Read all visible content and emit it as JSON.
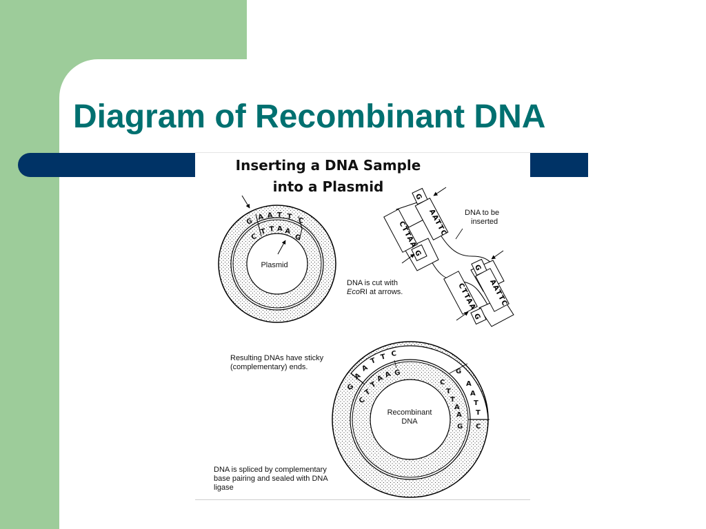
{
  "slide": {
    "title": "Diagram of Recombinant DNA"
  },
  "figure": {
    "heading_line1": "Inserting a DNA Sample",
    "heading_line2": "into a Plasmid",
    "plasmid_label": "Plasmid",
    "plasmid_outer_bases": [
      "G",
      "A",
      "A",
      "T",
      "T",
      "C"
    ],
    "plasmid_inner_bases": [
      "C",
      "T",
      "T",
      "A",
      "A",
      "G"
    ],
    "insert_label_line1": "DNA to be",
    "insert_label_line2": "inserted",
    "cut_label_line1": "DNA is cut with",
    "cut_label_line2_italic": "Eco",
    "cut_label_line2_rest": "RI at arrows.",
    "fragment_top_single": "G",
    "fragment_top_sticky": "AATTC",
    "fragment_left_sticky": "CTTAA",
    "fragment_left_single": "G",
    "fragment_right_single": "G",
    "fragment_right_sticky": "AATTC",
    "fragment_bottom_sticky": "CTTAA",
    "fragment_bottom_single": "G",
    "sticky_label_line1": "Resulting DNAs have sticky",
    "sticky_label_line2": "(complementary) ends.",
    "recombinant_label_line1": "Recombinant",
    "recombinant_label_line2": "DNA",
    "splice_label_line1": "DNA is spliced by complementary",
    "splice_label_line2": "base pairing and sealed with DNA",
    "splice_label_line3": "ligase",
    "recombinant_left_outer": [
      "G",
      "A",
      "A",
      "T",
      "T",
      "C"
    ],
    "recombinant_left_inner": [
      "C",
      "T",
      "T",
      "A",
      "A",
      "G"
    ],
    "recombinant_right_outer": [
      "G",
      "A",
      "A",
      "T",
      "T",
      "C"
    ],
    "recombinant_right_inner": [
      "C",
      "T",
      "T",
      "A",
      "A",
      "G"
    ]
  }
}
